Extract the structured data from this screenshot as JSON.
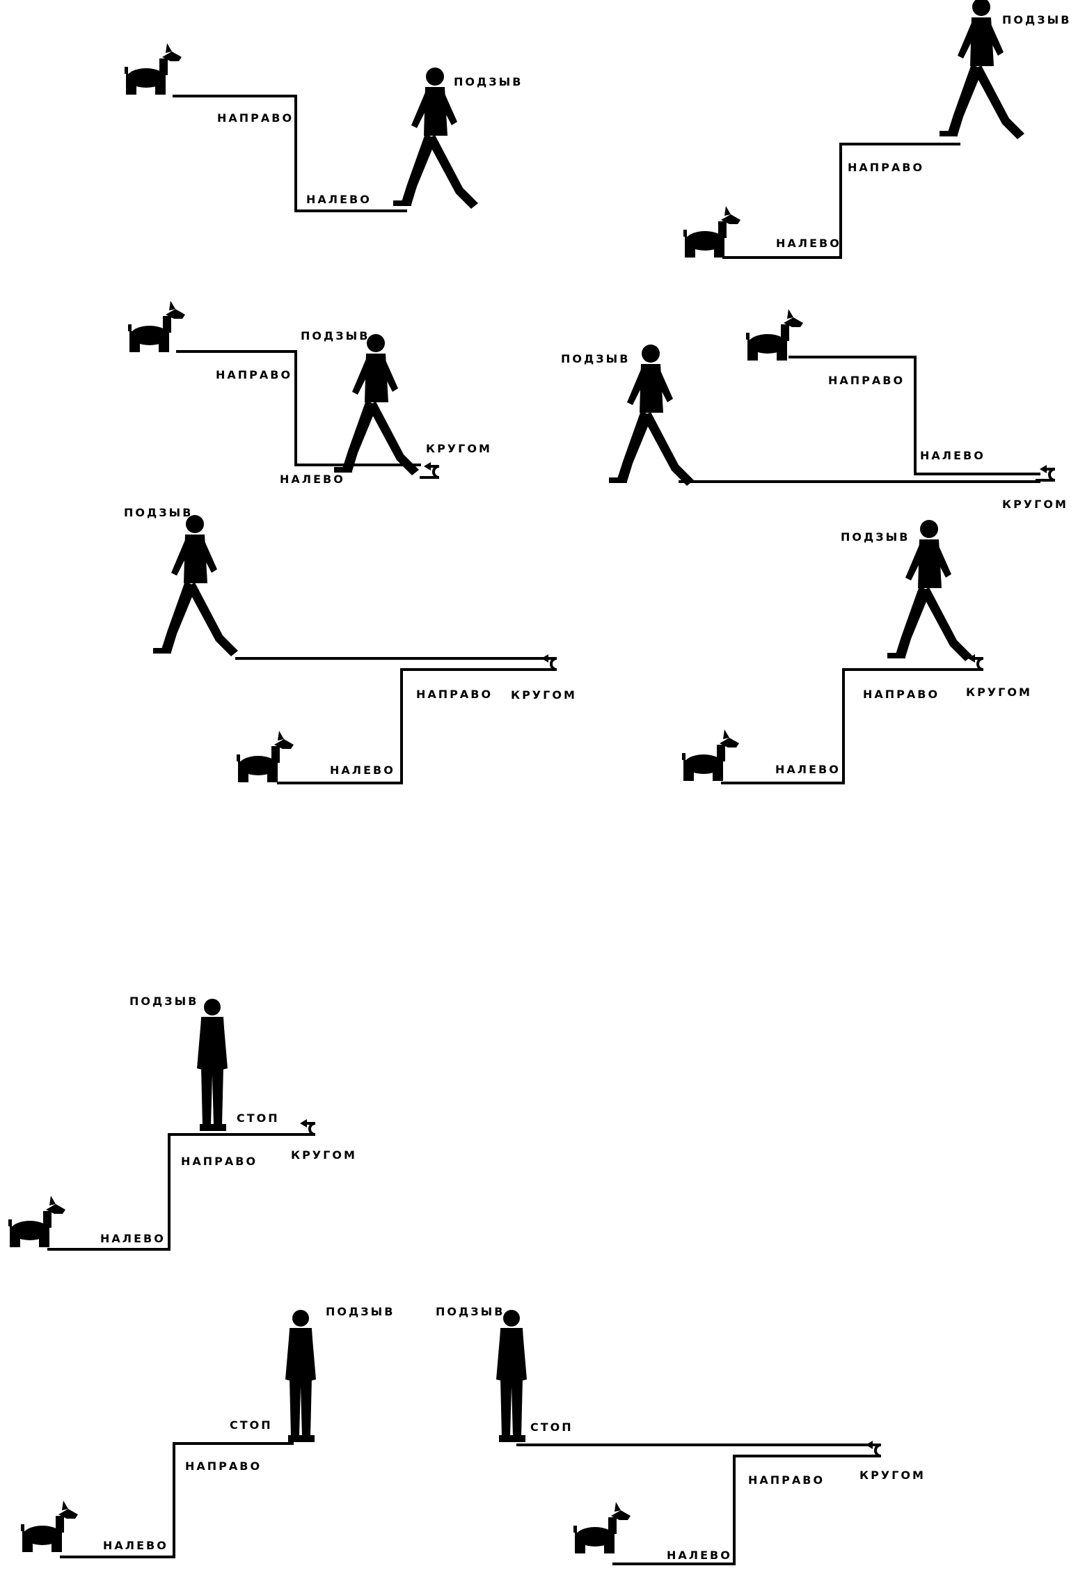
{
  "diagrams": [
    {
      "labels": [
        "НАПРАВО",
        "НАЛЕВО",
        "ПОДЗЫВ"
      ]
    },
    {
      "labels": [
        "ПОДЗЫВ",
        "НАПРАВО",
        "НАЛЕВО"
      ]
    },
    {
      "labels": [
        "ПОДЗЫВ",
        "НАПРАВО",
        "НАЛЕВО",
        "КРУГОМ"
      ]
    },
    {
      "labels": [
        "ПОДЗЫВ",
        "НАПРАВО",
        "НАЛЕВО",
        "КРУГОМ"
      ]
    },
    {
      "labels": [
        "ПОДЗЫВ",
        "НАПРАВО",
        "КРУГОМ",
        "НАЛЕВО"
      ]
    },
    {
      "labels": [
        "ПОДЗЫВ",
        "НАПРАВО",
        "КРУГОМ",
        "НАЛЕВО"
      ]
    },
    {
      "labels": [
        "ПОДЗЫВ",
        "СТОП",
        "КРУГОМ",
        "НАПРАВО",
        "НАЛЕВО"
      ]
    },
    {
      "labels": [
        "ПОДЗЫВ",
        "СТОП",
        "НАПРАВО",
        "НАЛЕВО"
      ]
    },
    {
      "labels": [
        "ПОДЗЫВ",
        "СТОП",
        "НАПРАВО",
        "КРУГОМ",
        "НАЛЕВО"
      ]
    }
  ],
  "icons": {
    "dog": "dog-icon",
    "walking_person": "walking-person-icon",
    "standing_person": "standing-person-icon",
    "turn_arrow": "u-turn-arrow-icon"
  }
}
